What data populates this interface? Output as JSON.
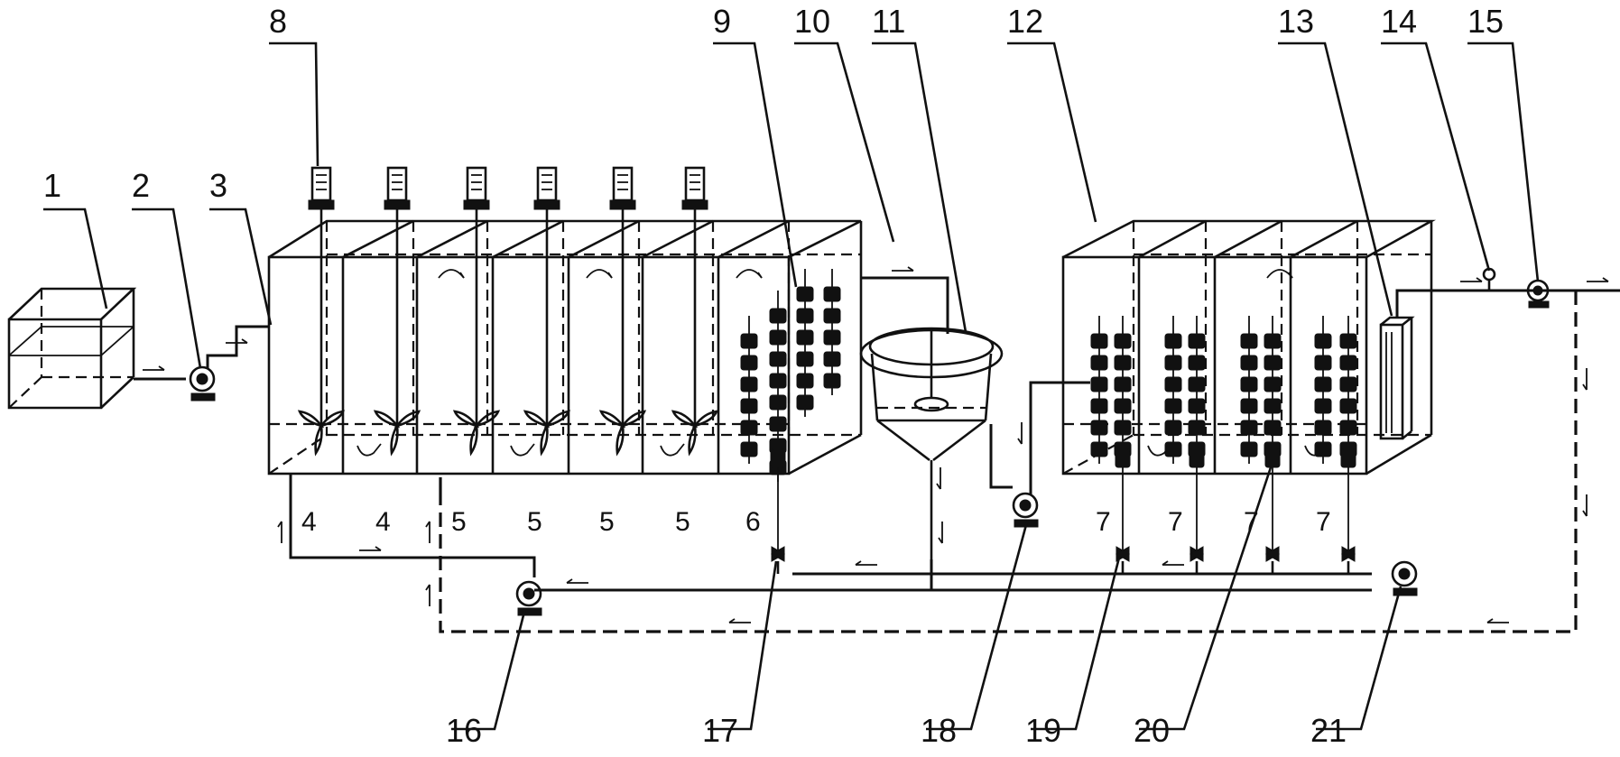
{
  "leaders": [
    {
      "text": "1"
    },
    {
      "text": "2"
    },
    {
      "text": "3"
    },
    {
      "text": "8"
    },
    {
      "text": "9"
    },
    {
      "text": "10"
    },
    {
      "text": "11"
    },
    {
      "text": "12"
    },
    {
      "text": "13"
    },
    {
      "text": "14"
    },
    {
      "text": "15"
    },
    {
      "text": "16"
    },
    {
      "text": "17"
    },
    {
      "text": "18"
    },
    {
      "text": "19"
    },
    {
      "text": "20"
    },
    {
      "text": "21"
    }
  ],
  "cells": [
    {
      "text": "4"
    },
    {
      "text": "4"
    },
    {
      "text": "5"
    },
    {
      "text": "5"
    },
    {
      "text": "5"
    },
    {
      "text": "5"
    },
    {
      "text": "6"
    },
    {
      "text": "7"
    },
    {
      "text": "7"
    },
    {
      "text": "7"
    },
    {
      "text": "7"
    }
  ],
  "colors": {
    "ink": "#111111",
    "background": "#ffffff"
  }
}
